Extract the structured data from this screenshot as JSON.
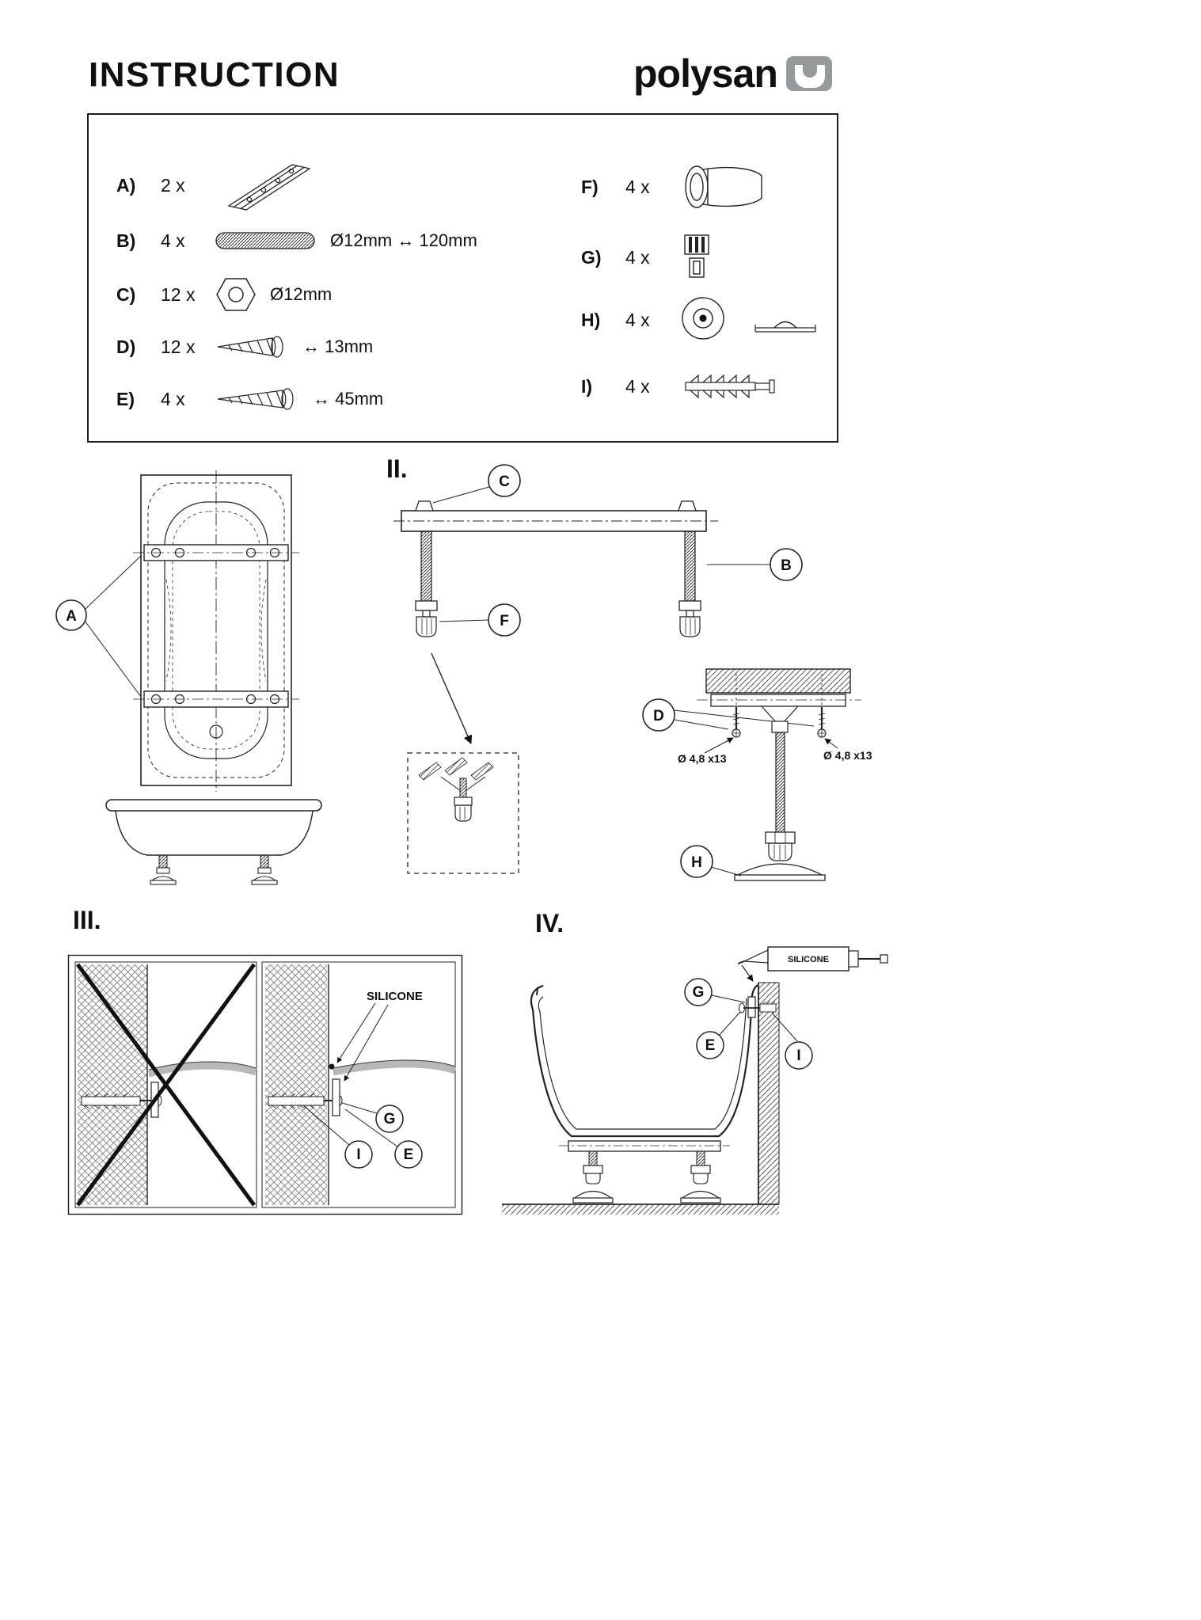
{
  "header": {
    "title": "INSTRUCTION",
    "brand": "polysan"
  },
  "parts_box": {
    "left": [
      {
        "label": "A)",
        "qty": "2 x",
        "dims": ""
      },
      {
        "label": "B)",
        "qty": "4 x",
        "dims": "Ø12mm ↔ 120mm"
      },
      {
        "label": "C)",
        "qty": "12 x",
        "dims": "Ø12mm"
      },
      {
        "label": "D)",
        "qty": "12 x",
        "dims": "↔ 13mm"
      },
      {
        "label": "E)",
        "qty": "4 x",
        "dims": "↔ 45mm"
      }
    ],
    "right": [
      {
        "label": "F)",
        "qty": "4 x"
      },
      {
        "label": "G)",
        "qty": "4 x"
      },
      {
        "label": "H)",
        "qty": "4 x"
      },
      {
        "label": "I)",
        "qty": "4 x"
      }
    ]
  },
  "top_view": {
    "callout_a": "A"
  },
  "section2": {
    "label": "II.",
    "callout_c": "C",
    "callout_b": "B",
    "callout_f": "F",
    "callout_d": "D",
    "callout_h": "H",
    "dim_left": "Ø 4,8 x13",
    "dim_right": "Ø 4,8 x13"
  },
  "section3": {
    "label": "III.",
    "silicone": "SILICONE",
    "callout_g": "G",
    "callout_i": "I",
    "callout_e": "E"
  },
  "section4": {
    "label": "IV.",
    "silicone": "SILICONE",
    "callout_g": "G",
    "callout_e": "E",
    "callout_i": "I"
  }
}
